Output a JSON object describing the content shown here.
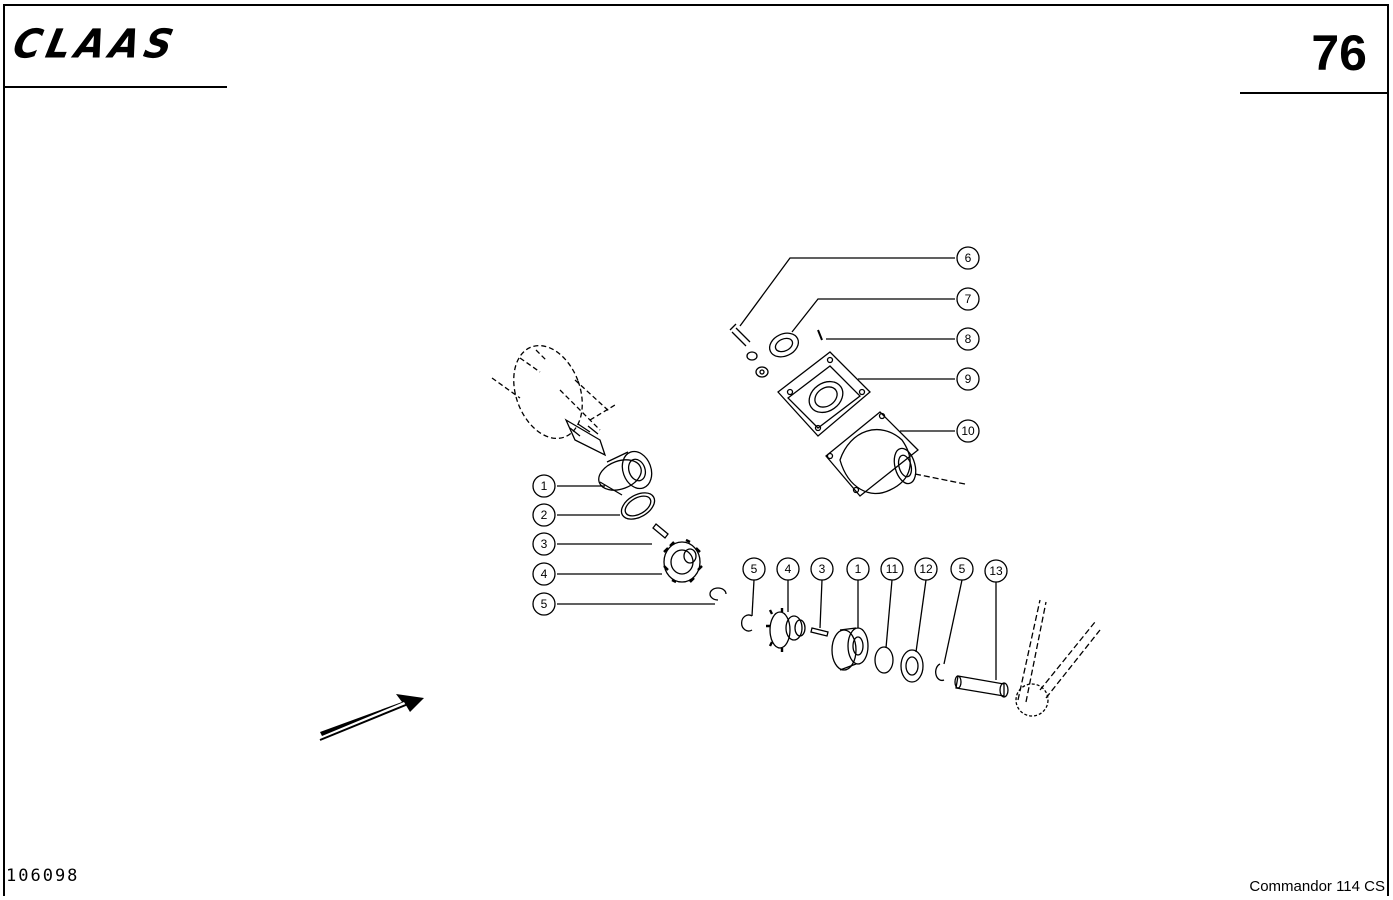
{
  "header": {
    "brand": "CLAAS",
    "page_number": "76"
  },
  "footer": {
    "drawing_number": "106098",
    "model": "Commandor 114 CS"
  },
  "callouts": {
    "c1": "1",
    "c2": "2",
    "c3": "3",
    "c4": "4",
    "c5": "5",
    "c6": "6",
    "c7": "7",
    "c8": "8",
    "c9": "9",
    "c10": "10",
    "r5a": "5",
    "r4": "4",
    "r3": "3",
    "r1": "1",
    "r11": "11",
    "r12": "12",
    "r5b": "5",
    "r13": "13"
  }
}
